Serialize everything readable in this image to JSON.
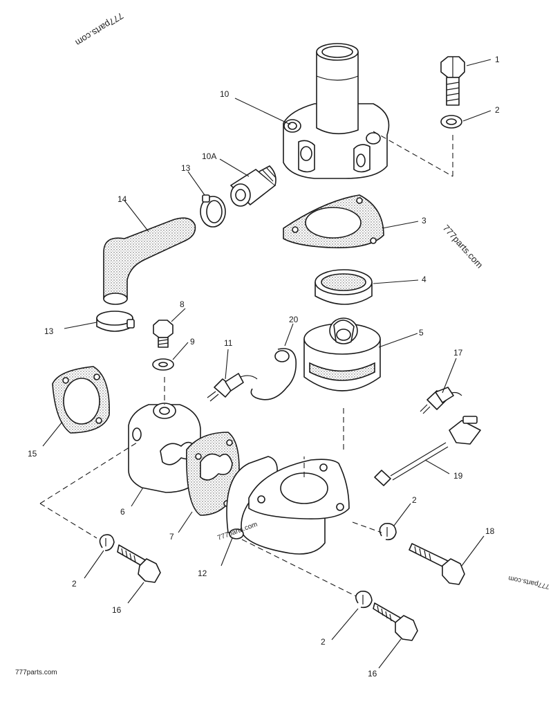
{
  "callouts": {
    "p1": "1",
    "p2a": "2",
    "p2b": "2",
    "p2c": "2",
    "p2d": "2",
    "p3": "3",
    "p4": "4",
    "p5": "5",
    "p6": "6",
    "p7": "7",
    "p8": "8",
    "p9": "9",
    "p10": "10",
    "p10a": "10A",
    "p11": "11",
    "p12": "12",
    "p13a": "13",
    "p13b": "13",
    "p14": "14",
    "p15": "15",
    "p16a": "16",
    "p16b": "16",
    "p17": "17",
    "p18": "18",
    "p19": "19",
    "p20": "20"
  },
  "watermarks": {
    "top": "777parts.com",
    "right": "777parts.com",
    "center": "777parts.com",
    "far_right": "777parts.com",
    "bottom_left": "777parts.com"
  }
}
